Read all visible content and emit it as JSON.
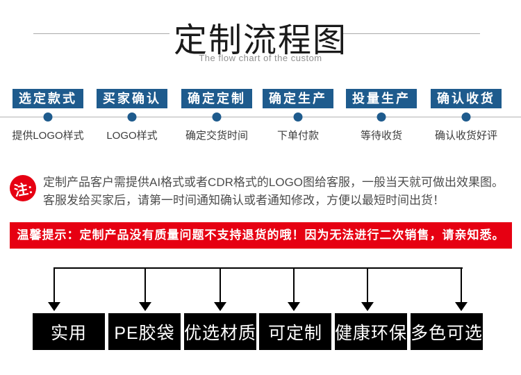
{
  "header": {
    "title": "定制流程图",
    "subtitle": "The flow chart of the custom"
  },
  "flow": {
    "steps": [
      {
        "label": "选定款式",
        "sub": "提供LOGO样式"
      },
      {
        "label": "买家确认",
        "sub": "LOGO样式"
      },
      {
        "label": "确定定制",
        "sub": "确定交货时间"
      },
      {
        "label": "确定生产",
        "sub": "下单付款"
      },
      {
        "label": "投量生产",
        "sub": "等待收货"
      },
      {
        "label": "确认收货",
        "sub": "确认收货好评"
      }
    ]
  },
  "note": {
    "badge": "注:",
    "line1": "定制产品客户需提供AI格式或者CDR格式的LOGO图给客服，一般当天就可做出效果图。",
    "line2": "客服发给买家后，请第一时间通知确认或者通知修改，方便以最短时间出货！"
  },
  "warning": {
    "text": "温馨提示：定制产品没有质量问题不支持退货的哦！因为无法进行二次销售，请亲知悉。"
  },
  "features": {
    "items": [
      "实用",
      "PE胶袋",
      "优选材质",
      "可定制",
      "健康环保",
      "多色可选"
    ]
  },
  "colors": {
    "accent_blue": "#1e5b8d",
    "accent_red": "#e60012",
    "feature_black": "#000000"
  }
}
